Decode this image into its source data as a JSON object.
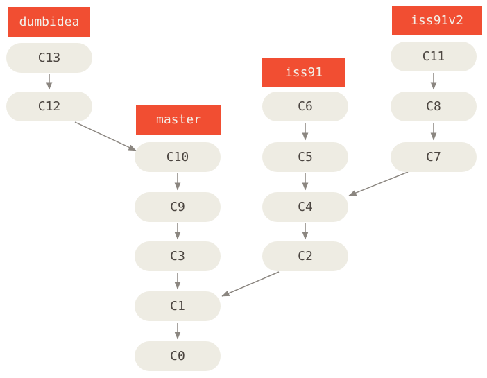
{
  "diagram": {
    "type": "git-commit-graph",
    "colors": {
      "branch_label_bg": "#f14e32",
      "branch_label_text": "#f2efe8",
      "commit_fill": "#eeece3",
      "commit_text": "#4c4641",
      "arrow": "#8b8680",
      "background": "#ffffff"
    },
    "branches": [
      {
        "name": "dumbidea"
      },
      {
        "name": "master"
      },
      {
        "name": "iss91"
      },
      {
        "name": "iss91v2"
      }
    ],
    "commits": [
      {
        "id": "C13"
      },
      {
        "id": "C12"
      },
      {
        "id": "C10"
      },
      {
        "id": "C9"
      },
      {
        "id": "C3"
      },
      {
        "id": "C1"
      },
      {
        "id": "C0"
      },
      {
        "id": "C6"
      },
      {
        "id": "C5"
      },
      {
        "id": "C4"
      },
      {
        "id": "C2"
      },
      {
        "id": "C11"
      },
      {
        "id": "C8"
      },
      {
        "id": "C7"
      }
    ],
    "edges": [
      {
        "from": "C13",
        "to": "C12"
      },
      {
        "from": "C12",
        "to": "C10"
      },
      {
        "from": "C10",
        "to": "C9"
      },
      {
        "from": "C9",
        "to": "C3"
      },
      {
        "from": "C3",
        "to": "C1"
      },
      {
        "from": "C1",
        "to": "C0"
      },
      {
        "from": "C6",
        "to": "C5"
      },
      {
        "from": "C5",
        "to": "C4"
      },
      {
        "from": "C4",
        "to": "C2"
      },
      {
        "from": "C2",
        "to": "C1"
      },
      {
        "from": "C11",
        "to": "C8"
      },
      {
        "from": "C8",
        "to": "C7"
      },
      {
        "from": "C7",
        "to": "C4"
      }
    ]
  }
}
